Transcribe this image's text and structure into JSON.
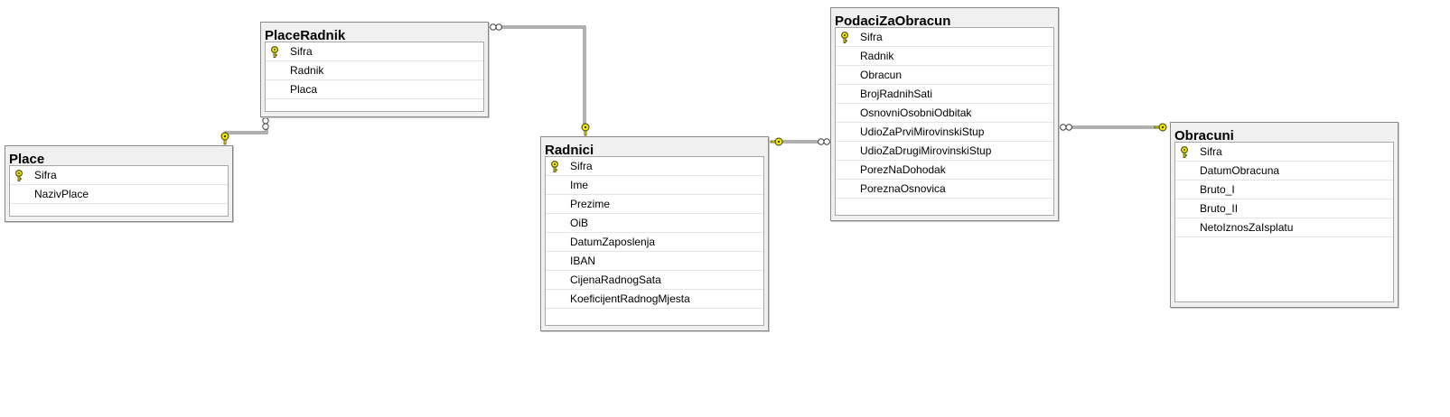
{
  "colors": {
    "key": "#f5e800",
    "key_outline": "#3a3a00",
    "line": "#606060",
    "header_bg": "#f0f0f0"
  },
  "tables": [
    {
      "id": "placeradnik",
      "name": "PlaceRadnik",
      "columns": [
        {
          "name": "Sifra",
          "pk": true
        },
        {
          "name": "Radnik",
          "pk": false
        },
        {
          "name": "Placa",
          "pk": false
        }
      ]
    },
    {
      "id": "place",
      "name": "Place",
      "columns": [
        {
          "name": "Sifra",
          "pk": true
        },
        {
          "name": "NazivPlace",
          "pk": false
        }
      ]
    },
    {
      "id": "radnici",
      "name": "Radnici",
      "columns": [
        {
          "name": "Sifra",
          "pk": true
        },
        {
          "name": "Ime",
          "pk": false
        },
        {
          "name": "Prezime",
          "pk": false
        },
        {
          "name": "OiB",
          "pk": false
        },
        {
          "name": "DatumZaposlenja",
          "pk": false
        },
        {
          "name": "IBAN",
          "pk": false
        },
        {
          "name": "CijenaRadnogSata",
          "pk": false
        },
        {
          "name": "KoeficijentRadnogMjesta",
          "pk": false
        }
      ]
    },
    {
      "id": "podacizaobracun",
      "name": "PodaciZaObracun",
      "columns": [
        {
          "name": "Sifra",
          "pk": true
        },
        {
          "name": "Radnik",
          "pk": false
        },
        {
          "name": "Obracun",
          "pk": false
        },
        {
          "name": "BrojRadnihSati",
          "pk": false
        },
        {
          "name": "OsnovniOsobniOdbitak",
          "pk": false
        },
        {
          "name": "UdioZaPrviMirovinskiStup",
          "pk": false
        },
        {
          "name": "UdioZaDrugiMirovinskiStup",
          "pk": false
        },
        {
          "name": "PorezNaDohodak",
          "pk": false
        },
        {
          "name": "PoreznaOsnovica",
          "pk": false
        }
      ]
    },
    {
      "id": "obracuni",
      "name": "Obracuni",
      "columns": [
        {
          "name": "Sifra",
          "pk": true
        },
        {
          "name": "DatumObracuna",
          "pk": false
        },
        {
          "name": "Bruto_I",
          "pk": false
        },
        {
          "name": "Bruto_II",
          "pk": false
        },
        {
          "name": "NetoIznosZaIsplatu",
          "pk": false
        }
      ]
    }
  ],
  "relationships": [
    {
      "from": "PlaceRadnik",
      "to": "Place",
      "from_end": "many",
      "to_end": "one"
    },
    {
      "from": "PlaceRadnik",
      "to": "Radnici",
      "from_end": "many",
      "to_end": "one"
    },
    {
      "from": "PodaciZaObracun",
      "to": "Radnici",
      "from_end": "many",
      "to_end": "one"
    },
    {
      "from": "PodaciZaObracun",
      "to": "Obracuni",
      "from_end": "many",
      "to_end": "one"
    }
  ]
}
